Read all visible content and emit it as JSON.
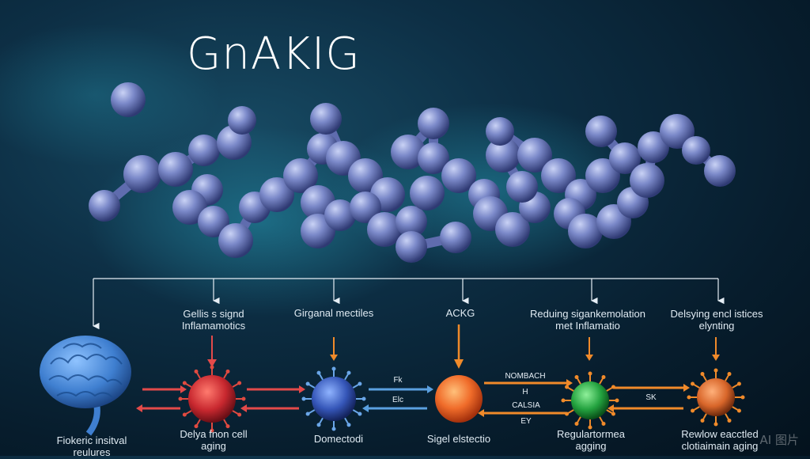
{
  "title": "GnAKIG",
  "top_labels": {
    "n1_line1": "Gellis s signd",
    "n1_line2": "Inflamamotics",
    "n2": "Girganal mectiles",
    "n3": "ACKG",
    "n4_line1": "Reduing sigankemolation",
    "n4_line2": "met Inflamatio",
    "n5_line1": "Delsying encl istices",
    "n5_line2": "elynting"
  },
  "arrow_labels": {
    "a1": "NOMBACH",
    "a2": "H",
    "a3": "CALSIA",
    "a4": "EY",
    "a5": "Fk",
    "a6": "Elc",
    "a7": "SK"
  },
  "bottom_labels": {
    "b1_line1": "Fiokeric insitval",
    "b1_line2": "reulures",
    "b2_line1": "Delya fnon cell",
    "b2_line2": "aging",
    "b3": "Domectodi",
    "b4": "Sigel elstectio",
    "b5_line1": "Regulartormea",
    "b5_line2": "agging",
    "b6_line1": "Rewlow eacctled",
    "b6_line2": "clotiaimain aging"
  },
  "watermark": "AI 图片",
  "colors": {
    "molecule": "#6f7fc2",
    "cell_red": "#d2323a",
    "cell_blue": "#3a67c8",
    "sphere_orange": "#f06c2a",
    "cell_green": "#2aa84a",
    "cell_orange": "#e0742c",
    "arrow_red": "#e34a4a",
    "arrow_blue": "#5aa0e0",
    "arrow_orange": "#f08a2a"
  }
}
